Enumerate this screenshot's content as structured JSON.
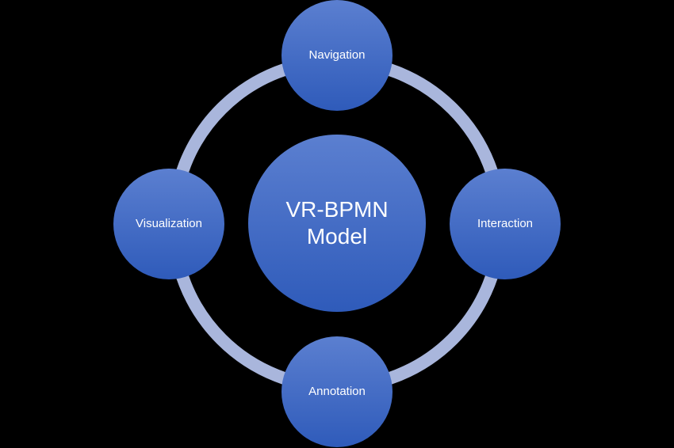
{
  "diagram": {
    "center": {
      "label": "VR-BPMN\nModel"
    },
    "nodes": {
      "top": {
        "label": "Navigation"
      },
      "right": {
        "label": "Interaction"
      },
      "bottom": {
        "label": "Annotation"
      },
      "left": {
        "label": "Visualization"
      }
    }
  },
  "colors": {
    "background": "#000000",
    "ring": "#a9b6dc",
    "node_light": "#5b7fd0",
    "node_dark": "#3460bd",
    "text": "#ffffff"
  }
}
